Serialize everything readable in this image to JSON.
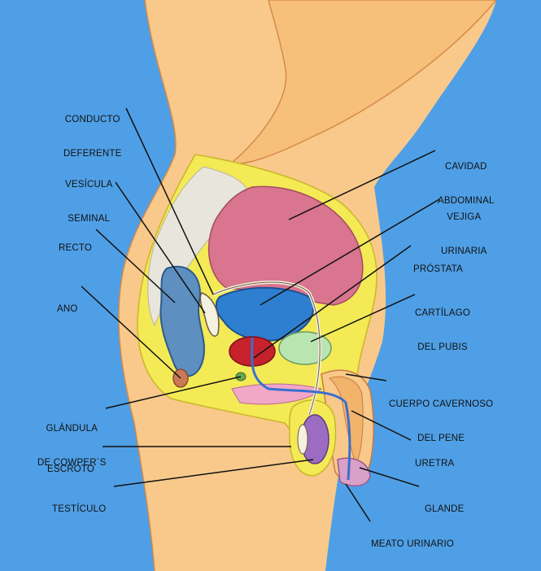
{
  "colors": {
    "background": "#4f9fe6",
    "skin": "#f8c98a",
    "fat_layer": "#f3ea55",
    "abdominal_cavity": "#d9758e",
    "bladder": "#2f7fd0",
    "rectum": "#5d8fc0",
    "prostate": "#c7222c",
    "pubic_cartilage": "#b9e6b0",
    "testicle": "#9b6cc1",
    "urethra": "#3a6fd0"
  },
  "labels": {
    "conducto_deferente": [
      "CONDUCTO",
      "DEFERENTE"
    ],
    "vesicula_seminal": [
      "VESÍCULA",
      "SEMINAL"
    ],
    "recto": [
      "RECTO"
    ],
    "ano": [
      "ANO"
    ],
    "glandula_cowper": [
      "GLÁNDULA",
      "DE COWPER´S"
    ],
    "escroto": [
      "ESCROTO"
    ],
    "testiculo": [
      "TESTÍCULO"
    ],
    "cavidad_abdominal": [
      "CAVIDAD",
      "ABDOMINAL"
    ],
    "vejiga_urinaria": [
      "VEJIGA",
      "URINARIA"
    ],
    "prostata": [
      "PRÓSTATA"
    ],
    "cartilago_pubis": [
      "CARTÍLAGO",
      "DEL PUBIS"
    ],
    "cuerpo_cavernoso": [
      "CUERPO CAVERNOSO",
      "DEL PENE"
    ],
    "uretra": [
      "URETRA"
    ],
    "glande": [
      "GLANDE"
    ],
    "meato_urinario": [
      "MEATO URINARIO"
    ]
  }
}
